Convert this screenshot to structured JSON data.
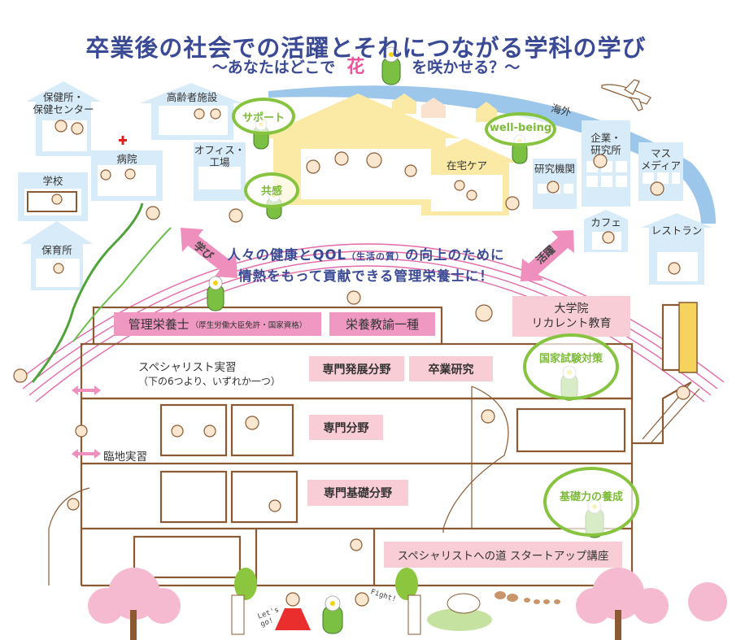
{
  "header": {
    "title": "卒業後の社会での活躍とそれにつながる学科の学び",
    "subtitle_before": "～あなたはどこで",
    "subtitle_flower": "花",
    "subtitle_after": "を咲かせる？～"
  },
  "workplaces_left": {
    "health_center": "保健所・\n保健センター",
    "school": "学校",
    "nursery": "保育所",
    "hospital": "病院",
    "elderly_facility": "高齢者施設",
    "office_factory": "オフィス・\n工場"
  },
  "workplaces_right": {
    "home_care": "在宅ケア",
    "overseas": "海外",
    "research_institute": "研究機関",
    "company_lab": "企業・\n研究所",
    "mass_media": "マス\nメディア",
    "cafe": "カフェ",
    "restaurant": "レストラン"
  },
  "values": {
    "support": "サポート",
    "empathy": "共感",
    "wellbeing": "well-being"
  },
  "arrows": {
    "learning": "学び",
    "activity": "活躍"
  },
  "message": {
    "line1_a": "人々の健康とQOL",
    "line1_b": "（生活の質）",
    "line1_c": "の向上のために",
    "line2": "情熱をもって貢献できる管理栄養士に！"
  },
  "qualifications": {
    "dietitian": "管理栄養士",
    "dietitian_note": "（厚生労働大臣免許・国家資格）",
    "teacher": "栄養教諭一種",
    "grad_school": "大学院\nリカレント教育"
  },
  "curriculum": {
    "specialist_practice": "スペシャリスト実習",
    "specialist_note": "（下の6つより、いずれか一つ）",
    "advanced": "専門発展分野",
    "thesis": "卒業研究",
    "specialized": "専門分野",
    "field_practice": "臨地実習",
    "basic": "専門基礎分野",
    "startup": "スペシャリストへの道 スタートアップ講座",
    "exam_prep": "国家試験対策",
    "foundation": "基礎力の養成"
  },
  "bottom": {
    "lets_go": "Let's go!",
    "fight": "Fight!"
  },
  "colors": {
    "navy": "#3b4a94",
    "pink": "#ee98c2",
    "light_pink": "#f9cdd6",
    "green": "#86c440",
    "brown": "#8b5a32",
    "light_blue": "#d8ebf8",
    "yellow": "#fbe9a6"
  }
}
